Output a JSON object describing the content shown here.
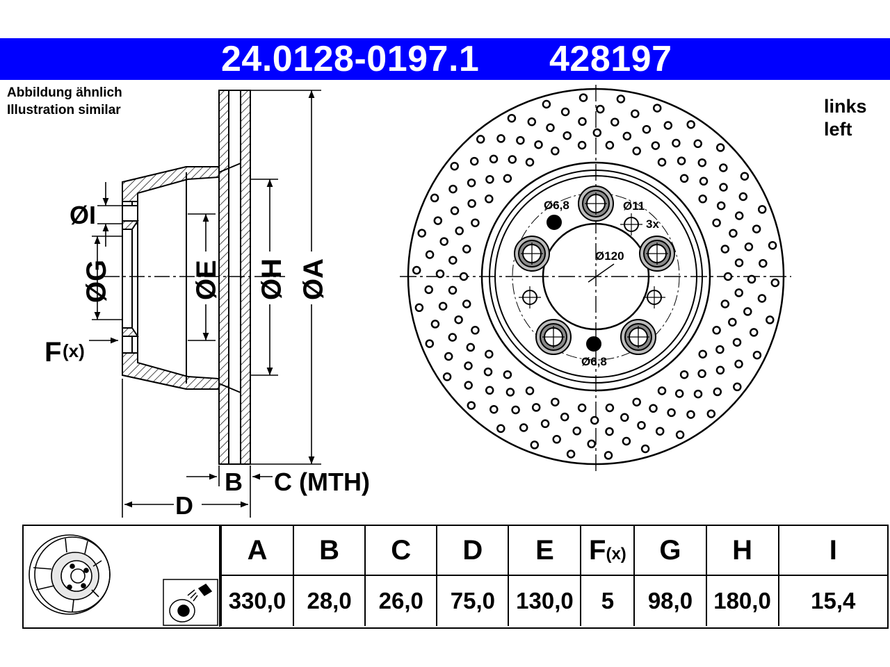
{
  "header": {
    "part_number": "24.0128-0197.1",
    "ref_number": "428197",
    "background_color": "#0000ff"
  },
  "notes": {
    "illustration_de": "Abbildung ähnlich",
    "illustration_en": "Illustration similar",
    "side_de": "links",
    "side_en": "left"
  },
  "section_labels": {
    "dim_i": "ØI",
    "dim_g": "ØG",
    "dim_e": "ØE",
    "dim_h": "ØH",
    "dim_a": "ØA",
    "dim_f": "F",
    "dim_f_sub": "(x)",
    "dim_b": "B",
    "dim_c": "C (MTH)",
    "dim_d": "D"
  },
  "face_labels": {
    "hole_small_top": "Ø6,8",
    "hole_small_bottom": "Ø6,8",
    "hole_large": "Ø11",
    "hole_large_count": "3x",
    "pcd": "Ø120"
  },
  "specs": {
    "columns": [
      {
        "label": "A",
        "value": "330,0"
      },
      {
        "label": "B",
        "value": "28,0"
      },
      {
        "label": "C",
        "value": "26,0"
      },
      {
        "label": "D",
        "value": "75,0"
      },
      {
        "label": "E",
        "value": "130,0"
      },
      {
        "label": "F",
        "sub": "(x)",
        "value": "5"
      },
      {
        "label": "G",
        "value": "98,0"
      },
      {
        "label": "H",
        "value": "180,0"
      },
      {
        "label": "I",
        "value": "15,4"
      }
    ]
  }
}
